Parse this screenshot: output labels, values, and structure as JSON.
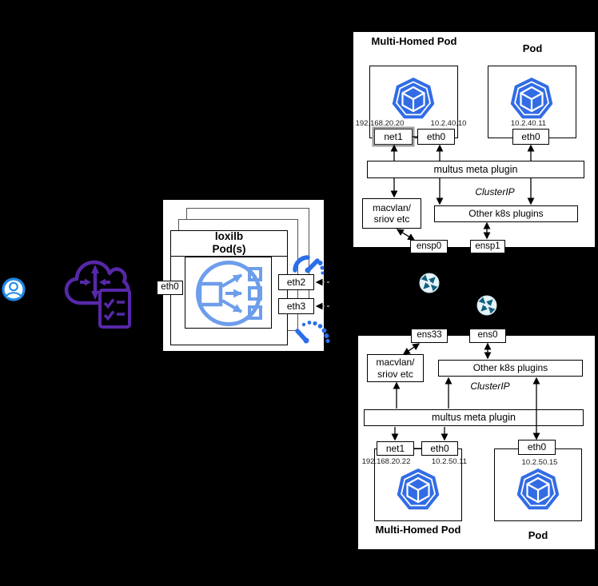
{
  "colors": {
    "canvas_bg": "#000000",
    "panel_bg": "#ffffff",
    "line": "#000000",
    "k8s_blue": "#326ce5",
    "lb_blue": "#6d9eeb",
    "gauge_blue": "#2a6fe8",
    "purple": "#5628a8",
    "user_blue": "#1e88e5",
    "router_teal": "#11607d"
  },
  "icons": {
    "user": "user-icon",
    "cloud_lb": "cloud-load-balancer-icon",
    "checklist": "checklist-icon",
    "k8s_pod": "kubernetes-pod-icon",
    "load_balancer": "load-balancer-icon",
    "gauge": "speedometer-icon",
    "router": "router-icon"
  },
  "loxilb": {
    "title": "loxilb\nPod(s)",
    "eth0": "eth0",
    "eth2": "eth2",
    "eth3": "eth3"
  },
  "cluster_top": {
    "multi_homed_pod_title": "Multi-Homed Pod",
    "pod_title": "Pod",
    "ip_net1": "192.168.20.20",
    "ip_eth0": "10.2.40.10",
    "ip_pod_eth0": "10.2.40.11",
    "net1": "net1",
    "eth0": "eth0",
    "pod_eth0": "eth0",
    "multus": "multus meta plugin",
    "cluster_ip": "ClusterIP",
    "macvlan": "macvlan/\nsriov etc",
    "other_plugins": "Other k8s plugins",
    "ensp0": "ensp0",
    "ensp1": "ensp1"
  },
  "cluster_bottom": {
    "ens33": "ens33",
    "ens0": "ens0",
    "macvlan": "macvlan/\nsriov etc",
    "other_plugins": "Other k8s plugins",
    "cluster_ip": "ClusterIP",
    "multus": "multus meta plugin",
    "net1": "net1",
    "eth0": "eth0",
    "pod_eth0": "eth0",
    "ip_net1": "192.168.20.22",
    "ip_eth0": "10.2.50.11",
    "ip_pod_eth0": "10.2.50.15",
    "multi_homed_pod_title": "Multi-Homed Pod",
    "pod_title": "Pod"
  }
}
